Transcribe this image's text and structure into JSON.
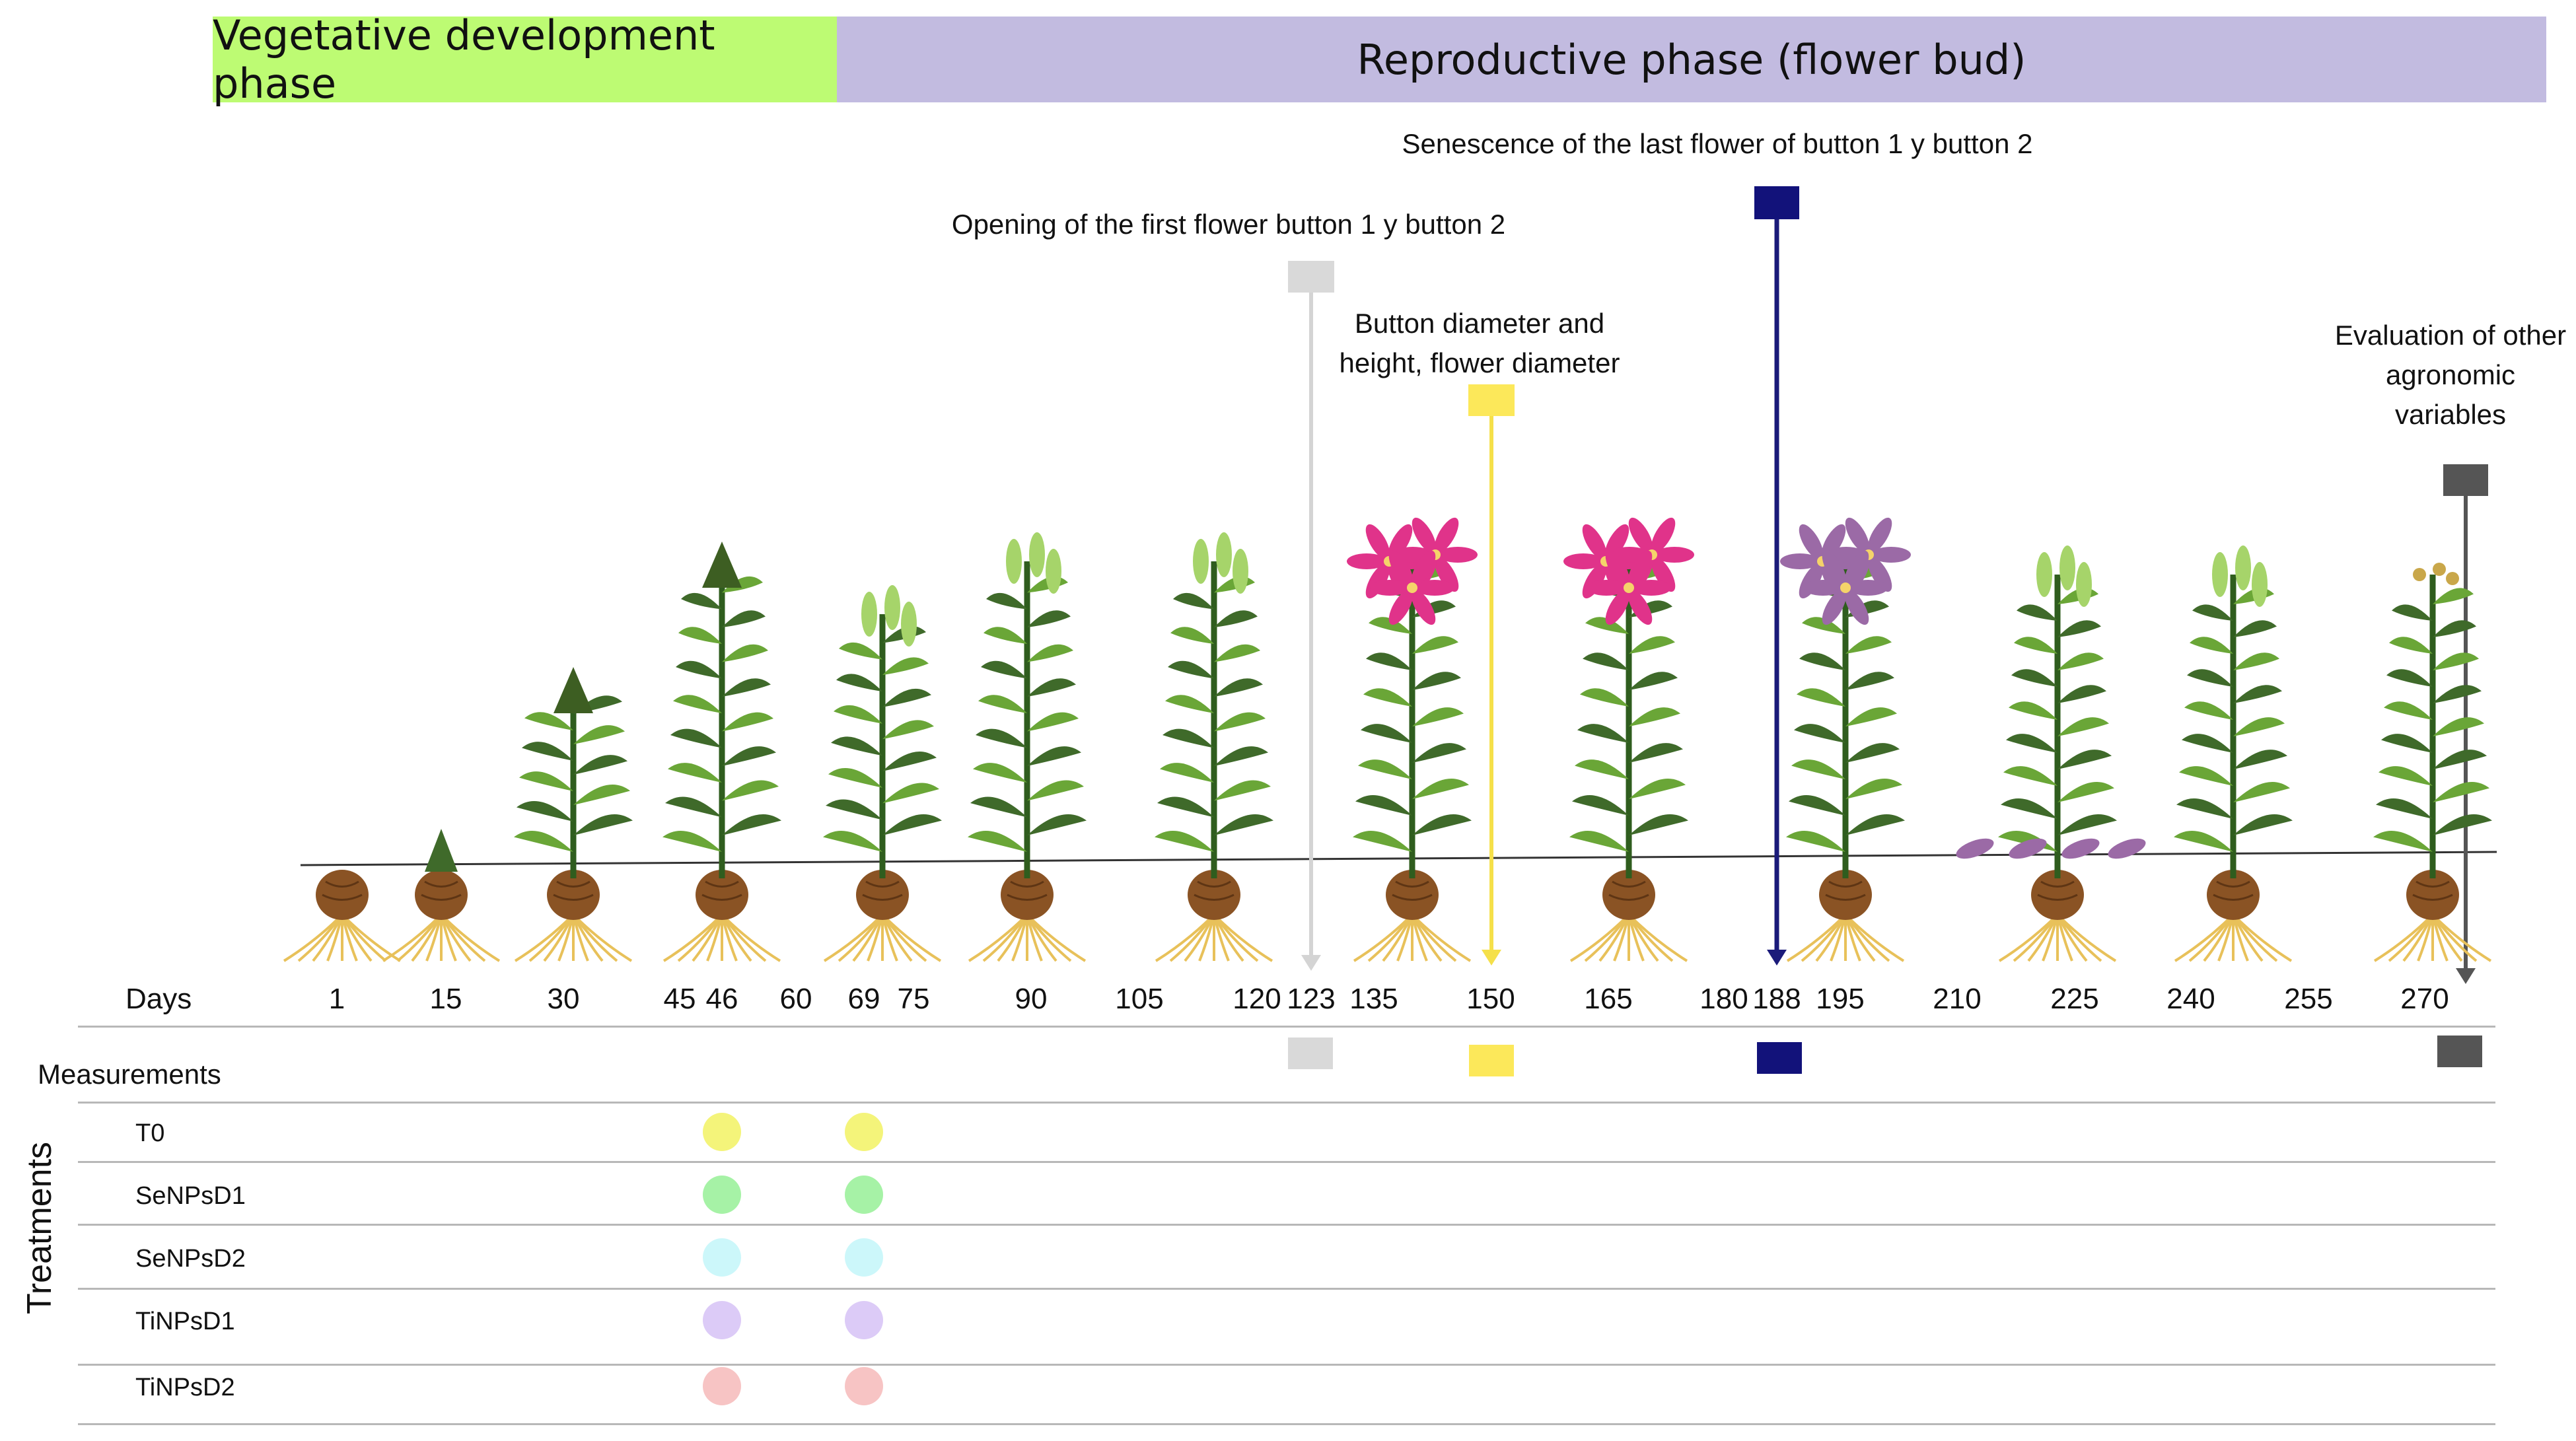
{
  "phases": {
    "vegetative": "Vegetative development phase",
    "reproductive": "Reproductive phase (flower bud)"
  },
  "annotations": {
    "senescence": "Senescence of the last flower of  button 1 y button 2",
    "opening": "Opening of the first flower button 1 y button 2",
    "button_diameter_line1": "Button diameter and",
    "button_diameter_line2": "height, flower diameter",
    "evaluation_line1": "Evaluation of other",
    "evaluation_line2": "agronomic",
    "evaluation_line3": "variables"
  },
  "markers": {
    "opening": {
      "day": 123,
      "color": "#d9d9d9",
      "arrow_color": "#d4d4d4"
    },
    "button_diameter": {
      "day": 150,
      "color": "#fce85a",
      "arrow_color": "#f5e04a"
    },
    "senescence": {
      "day": 188,
      "color": "#12127a",
      "arrow_color": "#1b1b7a"
    },
    "evaluation": {
      "day": 270,
      "color": "#555555",
      "arrow_color": "#555555"
    }
  },
  "days_label": "Days",
  "days": [
    "1",
    "15",
    "30",
    "45",
    "46",
    "60",
    "69",
    "75",
    "90",
    "105",
    "120",
    "123",
    "135",
    "150",
    "165",
    "180",
    "188",
    "195",
    "210",
    "225",
    "240",
    "255",
    "270"
  ],
  "measurements_label": "Measurements",
  "treatments_label": "Treatments",
  "treatments": [
    {
      "name": "T0",
      "color": "#f4f47a"
    },
    {
      "name": "SeNPsD1",
      "color": "#a6f2a6"
    },
    {
      "name": "SeNPsD2",
      "color": "#ccf7fa"
    },
    {
      "name": "TiNPsD1",
      "color": "#dccbf7"
    },
    {
      "name": "TiNPsD2",
      "color": "#f7c4c4"
    }
  ],
  "application_days": [
    "46",
    "69"
  ],
  "plant_stages": [
    "bulb",
    "bulb-sprout",
    "shoot",
    "leafy",
    "bud",
    "buds",
    "buds",
    "bloom",
    "bloom",
    "bloom-fading",
    "senesced",
    "senesced",
    "seed-pods"
  ],
  "colors": {
    "stem": "#2f5d1e",
    "leaf_dark": "#3f6a2a",
    "leaf_light": "#6aa637",
    "bulb": "#8a5324",
    "root": "#e8c15a",
    "flower_pink": "#e0338a",
    "flower_faded": "#9b6aa6",
    "ground_line": "#333333",
    "grid_line": "#b8b8b8"
  }
}
